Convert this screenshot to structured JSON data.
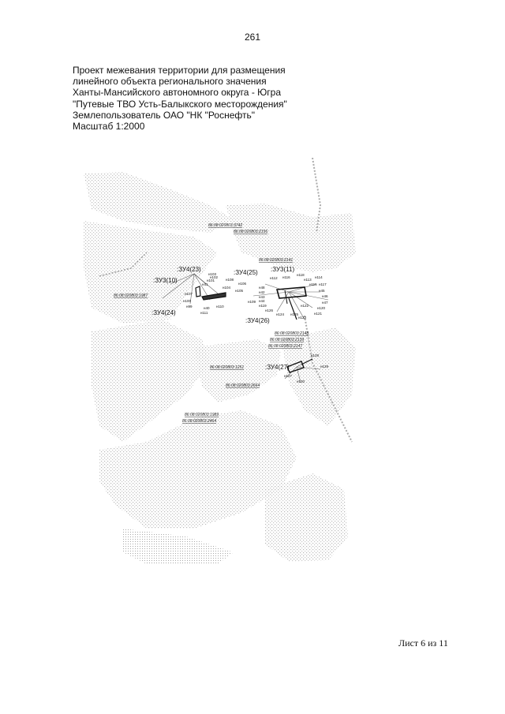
{
  "page": {
    "number": "261"
  },
  "title": {
    "lines": [
      "Проект межевания территории для размещения",
      "линейного объекта регионального значения",
      "Ханты-Мансийского автономного округа - Югра",
      "\"Путевые ТВО Усть-Балыкского месторождения\"",
      "Землепользователь ОАО \"НК \"Роснефть\"",
      "Масштаб 1:2000"
    ]
  },
  "map": {
    "plot_labels": [
      ":ЗУ4(23)",
      ":ЗУ3(10)",
      ":ЗУ4(24)",
      ":ЗУ4(25)",
      ":ЗУ3(11)",
      ":ЗУ4(26)",
      ":ЗУ4(27)"
    ],
    "cadastral_labels": [
      "86:08:020803:3742",
      "86:08:020803:2156",
      "86:08:020803:2141",
      "86:08:020803:1987",
      "86:08:020803:2148",
      "86:08:020803:2139",
      "86:08:020803:2147",
      "86:08:020803:1251",
      "86:08:020803:2664",
      "86:08:020803:1989",
      "86:08:020803:2464"
    ],
    "point_labels": [
      "н103",
      "н102",
      "н101",
      "н41",
      "н107",
      "н100",
      "н99",
      "н111",
      "н108",
      "н106",
      "н104",
      "н40",
      "н110",
      "н109",
      "н105",
      "н112",
      "н116",
      "н118",
      "н113",
      "н114",
      "н115",
      "н117",
      "н45",
      "н46",
      "н47",
      "н48",
      "н119",
      "н120",
      "н121",
      "н122",
      "н123",
      "н124",
      "н125",
      "н126",
      "н127",
      "н128",
      "н129",
      "н130",
      "н42",
      "н43",
      "н44"
    ]
  },
  "footer": {
    "sheet": "Лист 6 из 11"
  }
}
